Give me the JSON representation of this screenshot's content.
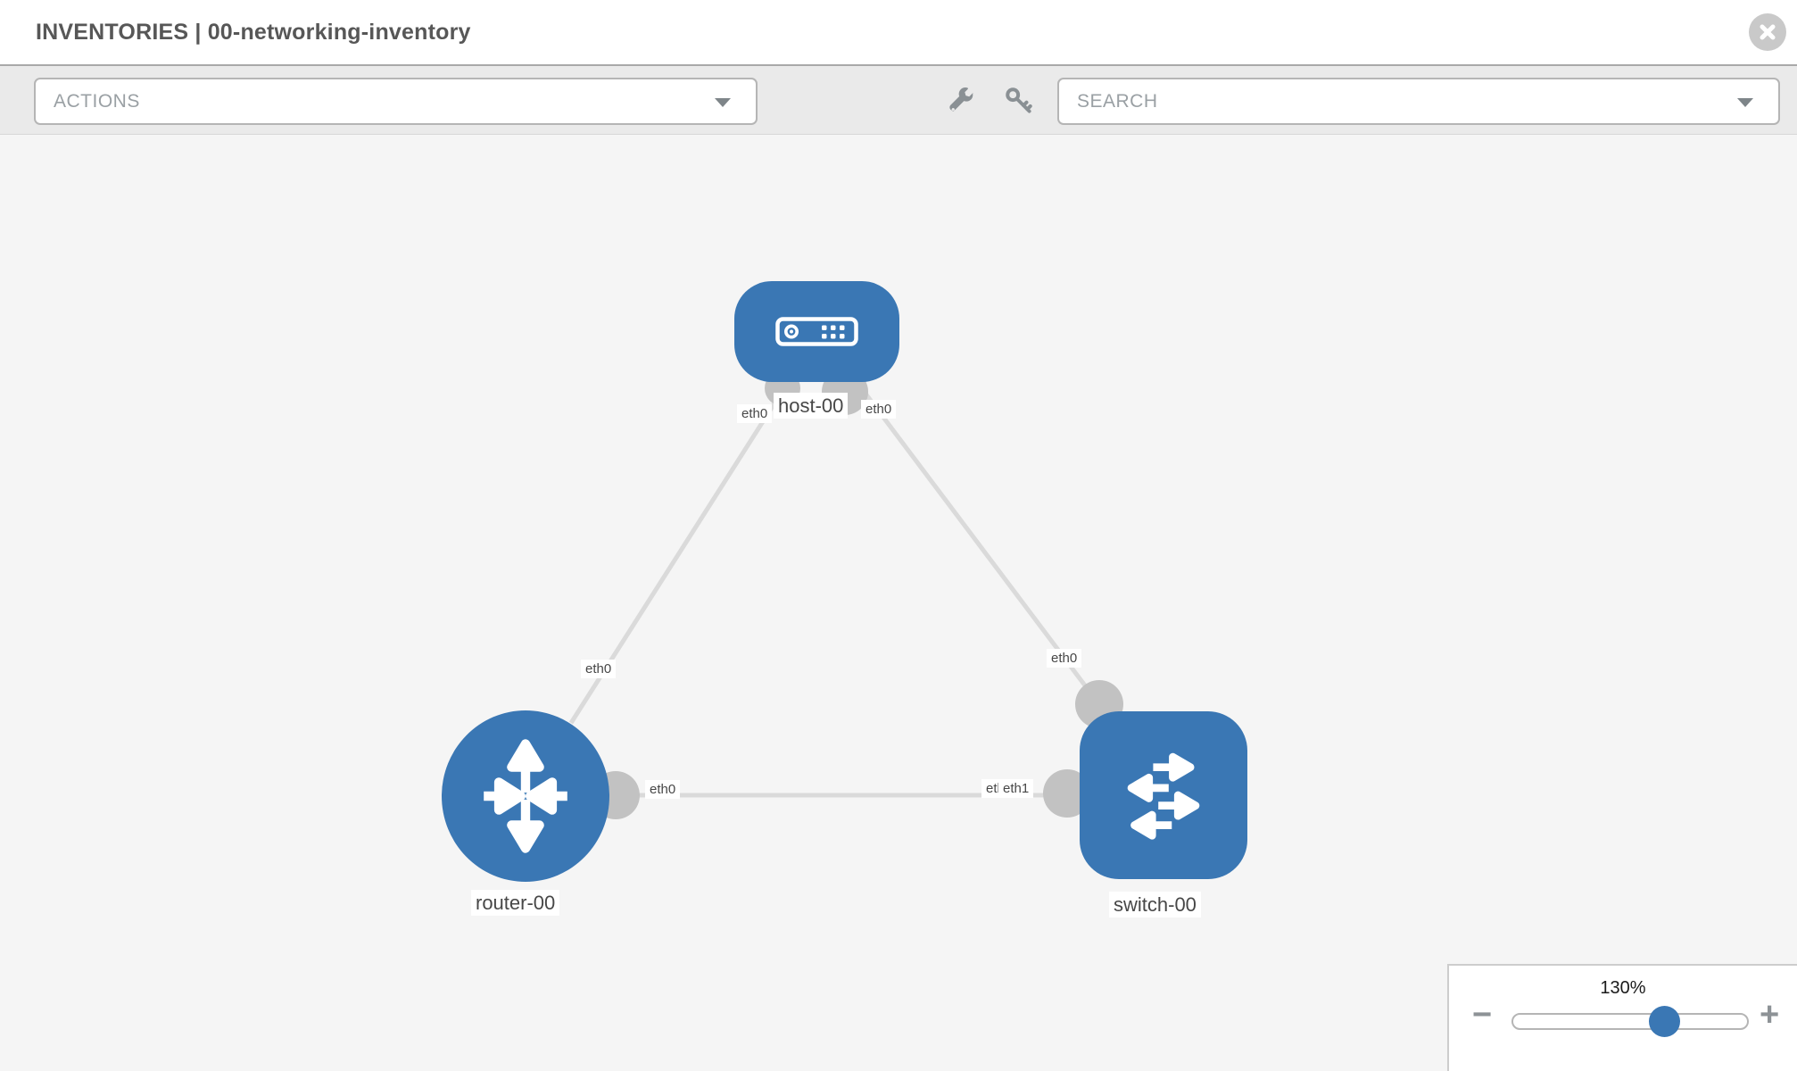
{
  "header": {
    "title": "INVENTORIES | 00-networking-inventory"
  },
  "toolbar": {
    "actions_label": "ACTIONS",
    "search_label": "SEARCH"
  },
  "topology": {
    "nodes": [
      {
        "label": "host-00",
        "type": "host"
      },
      {
        "label": "router-00",
        "type": "router"
      },
      {
        "label": "switch-00",
        "type": "switch"
      }
    ],
    "interface_labels": {
      "host_left": "eth0",
      "host_right": "eth0",
      "router_host_link": "eth0",
      "switch_host_link": "eth0",
      "router_switch_link_router_end": "eth0",
      "router_switch_link_switch_end_back": "eth0",
      "router_switch_link_switch_end_front": "eth1"
    },
    "links": [
      {
        "from": "router-00",
        "to": "host-00",
        "from_interface": "eth0",
        "to_interface": "eth0"
      },
      {
        "from": "switch-00",
        "to": "host-00",
        "from_interface": "eth0",
        "to_interface": "eth0"
      },
      {
        "from": "router-00",
        "to": "switch-00",
        "from_interface": "eth0",
        "to_interface": "eth1"
      }
    ]
  },
  "zoom_control": {
    "level": "130%",
    "minus_label": "−",
    "plus_label": "+"
  },
  "colors": {
    "node_blue": "#3a77b4",
    "link_gray": "#dadada",
    "connector_gray": "#c2c2c2"
  }
}
